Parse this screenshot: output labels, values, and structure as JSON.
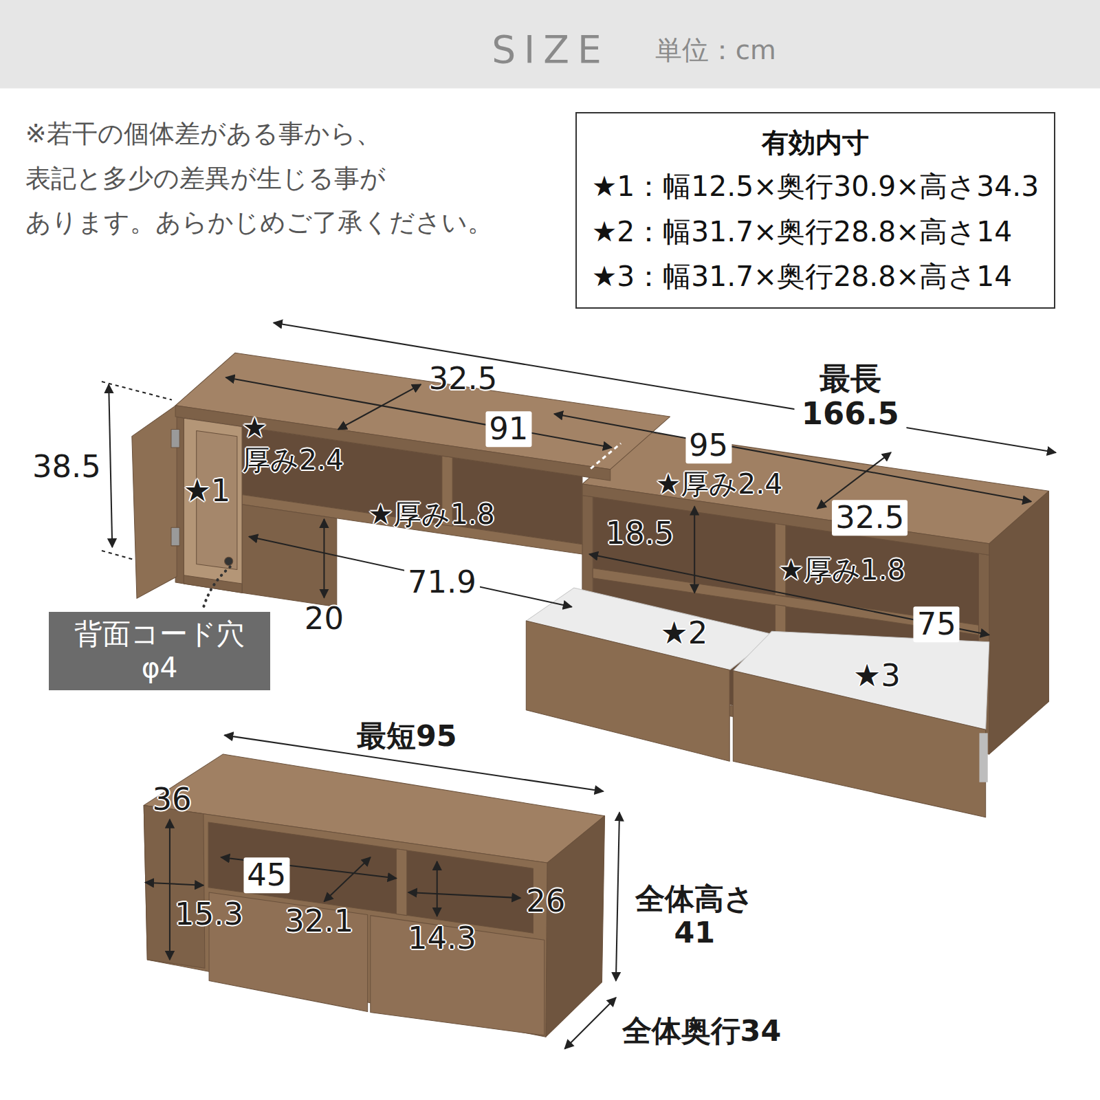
{
  "diagram": {
    "title": "SIZE",
    "nodes": [
      {
        "text": [
          "有効内寸",
          "★1：幅12.5×奥行30.9×高さ34.3",
          "★2：幅31.7×奥行28.8×高さ14",
          "★3：幅31.7×奥行28.8×高さ14"
        ]
      },
      {
        "text": [
          "背面コード穴 φ4"
        ]
      }
    ],
    "labels": [
      "単位：cm",
      "※若干の個体差がある事から、 表記と多少の差異が生じる事が あります。あらかじめご了承ください。",
      "32.5",
      "最長 166.5",
      "91",
      "38.5",
      "★ 厚み2.4",
      "★1",
      "★厚み2.4",
      "95",
      "★厚み1.8",
      "18.5",
      "32.5",
      "★厚み1.8",
      "71.9",
      "20",
      "75",
      "★2",
      "★3",
      "最短95",
      "36",
      "45",
      "26",
      "15.3",
      "32.1",
      "14.3",
      "全体高さ 41",
      "全体奥行34"
    ]
  }
}
